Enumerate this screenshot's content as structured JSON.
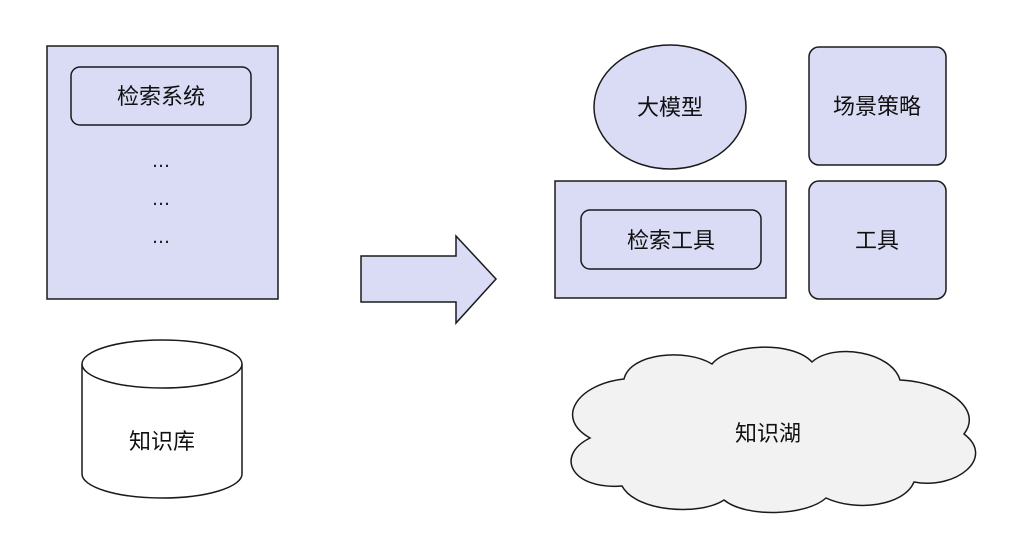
{
  "diagram": {
    "left": {
      "system_box": {
        "inner_label": "检索系统",
        "ellipsis": [
          "…",
          "…",
          "…"
        ]
      },
      "database_label": "知识库"
    },
    "right": {
      "llm_label": "大模型",
      "strategy_label": "场景策略",
      "retrieval_tool_label": "检索工具",
      "tool_label": "工具",
      "knowledge_lake_label": "知识湖"
    }
  },
  "colors": {
    "fill": "#d9dcf4",
    "stroke": "#1a1a1a",
    "cloud_fill": "#f2f2f2",
    "db_fill": "#ffffff"
  }
}
